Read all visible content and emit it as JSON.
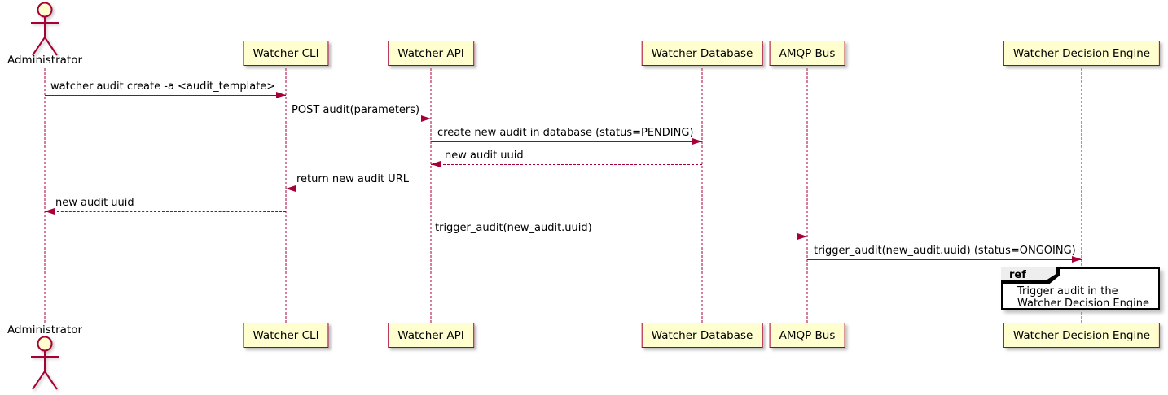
{
  "colors": {
    "participant_fill": "#FEFECE",
    "participant_border": "#A80036",
    "arrow_line": "#A80036",
    "lifeline": "#A80036",
    "text": "#000000",
    "ref_tab_fill": "#EEEEEE",
    "ref_border": "#000000",
    "background": "#FFFFFF"
  },
  "participants": [
    {
      "name": "Administrator",
      "type": "actor"
    },
    {
      "name": "Watcher CLI",
      "type": "participant"
    },
    {
      "name": "Watcher API",
      "type": "participant"
    },
    {
      "name": "Watcher Database",
      "type": "participant"
    },
    {
      "name": "AMQP Bus",
      "type": "participant"
    },
    {
      "name": "Watcher Decision Engine",
      "type": "participant"
    }
  ],
  "messages": [
    {
      "from": "Administrator",
      "to": "Watcher CLI",
      "label": "watcher audit create -a <audit_template>",
      "line": "solid"
    },
    {
      "from": "Watcher CLI",
      "to": "Watcher API",
      "label": "POST audit(parameters)",
      "line": "solid"
    },
    {
      "from": "Watcher API",
      "to": "Watcher Database",
      "label": "create new audit in database (status=PENDING)",
      "line": "solid"
    },
    {
      "from": "Watcher Database",
      "to": "Watcher API",
      "label": "new audit uuid",
      "line": "dashed"
    },
    {
      "from": "Watcher API",
      "to": "Watcher CLI",
      "label": "return new audit URL",
      "line": "dashed"
    },
    {
      "from": "Watcher CLI",
      "to": "Administrator",
      "label": "new audit uuid",
      "line": "dashed"
    },
    {
      "from": "Watcher API",
      "to": "AMQP Bus",
      "label": "trigger_audit(new_audit.uuid)",
      "line": "solid"
    },
    {
      "from": "AMQP Bus",
      "to": "Watcher Decision Engine",
      "label": "trigger_audit(new_audit.uuid) (status=ONGOING)",
      "line": "solid"
    }
  ],
  "ref": {
    "keyword": "ref",
    "lines": [
      "Trigger audit in the",
      "Watcher Decision Engine"
    ]
  }
}
